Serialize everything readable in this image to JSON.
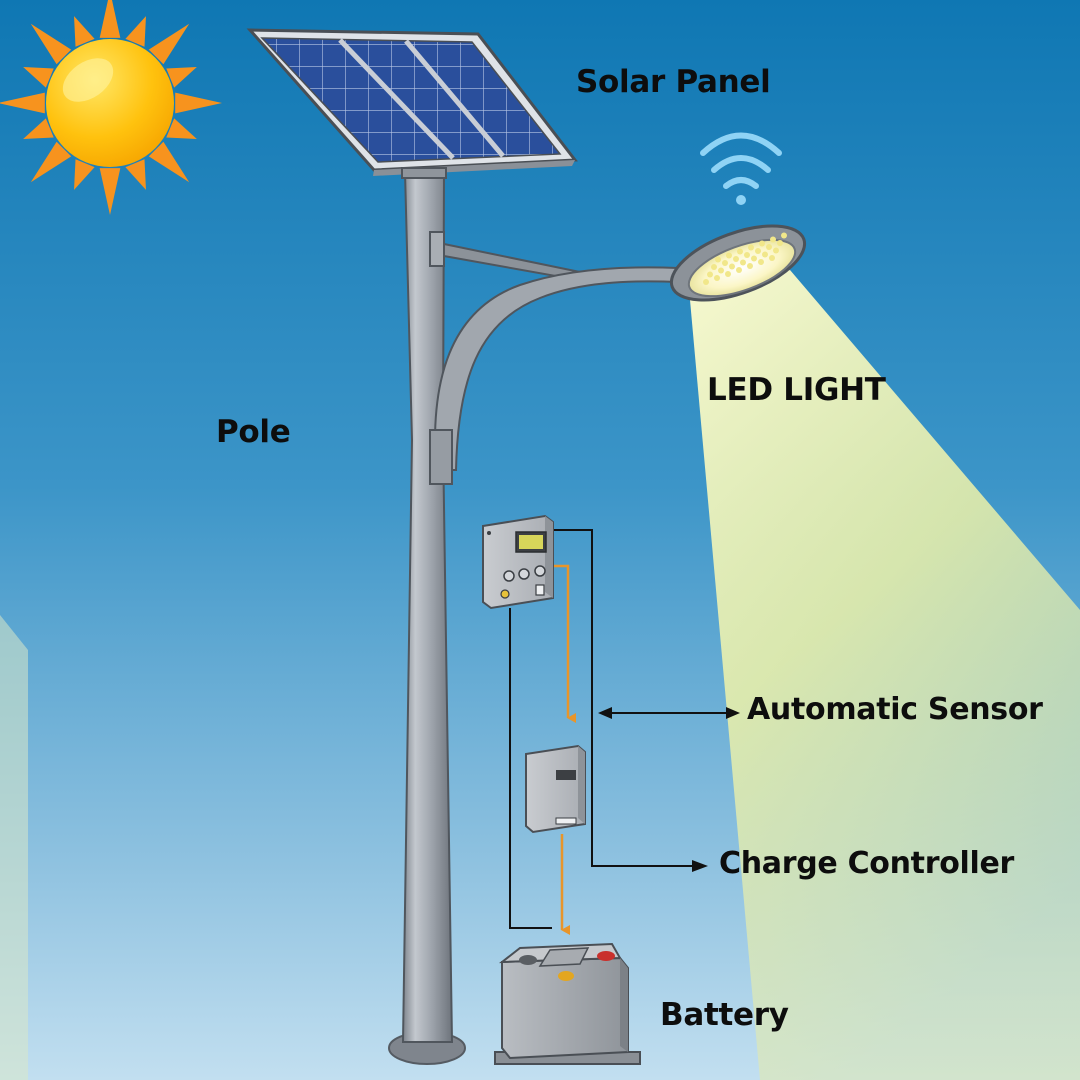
{
  "labels": {
    "solar_panel": "Solar Panel",
    "led_light": "LED LIGHT",
    "pole": "Pole",
    "automatic_sensor": "Automatic Sensor",
    "charge_controller": "Charge Controller",
    "battery": "Battery"
  },
  "colors": {
    "sky_top": "#0f77b3",
    "sky_bottom": "#c2dff0",
    "sun": "#ffc20e",
    "sun_rays": "#f7931e",
    "panel_cell": "#2a4f9c",
    "panel_frame": "#c9ced6",
    "pole": "#9aa0a8",
    "light_beam": "#f3f4b0",
    "wire": "#111111",
    "arrow_orange": "#e8952a",
    "wifi": "#8fd3f5"
  }
}
